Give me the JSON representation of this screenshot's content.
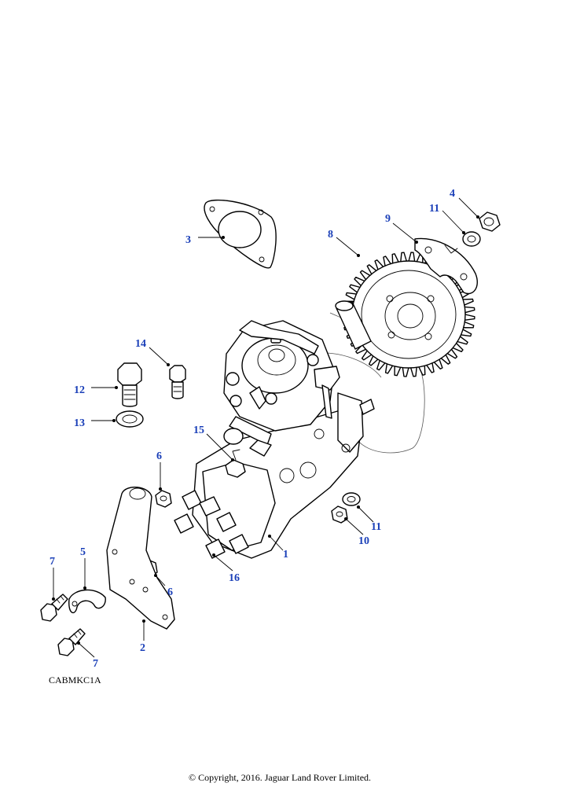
{
  "diagram": {
    "reference_code": "CABMKC1A",
    "copyright": "© Copyright, 2016. Jaguar Land Rover Limited.",
    "colors": {
      "callout": "#1a3fb8",
      "line": "#000000"
    },
    "callouts": [
      {
        "id": "c1",
        "label": "1"
      },
      {
        "id": "c2",
        "label": "2"
      },
      {
        "id": "c3",
        "label": "3"
      },
      {
        "id": "c4",
        "label": "4"
      },
      {
        "id": "c5",
        "label": "5"
      },
      {
        "id": "c6a",
        "label": "6"
      },
      {
        "id": "c6b",
        "label": "6"
      },
      {
        "id": "c7a",
        "label": "7"
      },
      {
        "id": "c7b",
        "label": "7"
      },
      {
        "id": "c8",
        "label": "8"
      },
      {
        "id": "c9",
        "label": "9"
      },
      {
        "id": "c10",
        "label": "10"
      },
      {
        "id": "c11a",
        "label": "11"
      },
      {
        "id": "c11b",
        "label": "11"
      },
      {
        "id": "c12",
        "label": "12"
      },
      {
        "id": "c13",
        "label": "13"
      },
      {
        "id": "c14",
        "label": "14"
      },
      {
        "id": "c15",
        "label": "15"
      },
      {
        "id": "c16",
        "label": "16"
      }
    ]
  }
}
